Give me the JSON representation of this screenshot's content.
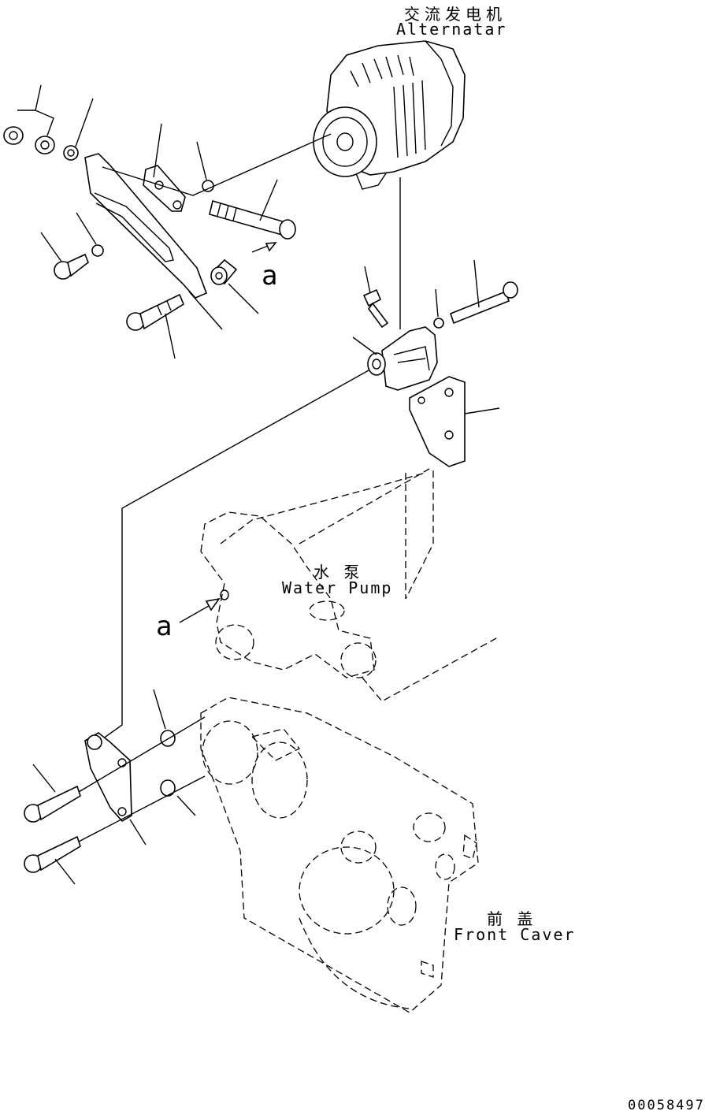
{
  "labels": {
    "alternator_cn": "交流发电机",
    "alternator_en": "Alternatar",
    "water_pump_cn": "水 泵",
    "water_pump_en": "Water Pump",
    "front_cover_cn": "前 盖",
    "front_cover_en": "Front Caver",
    "view_marker_1": "a",
    "view_marker_2": "a",
    "drawing_number": "00058497"
  }
}
